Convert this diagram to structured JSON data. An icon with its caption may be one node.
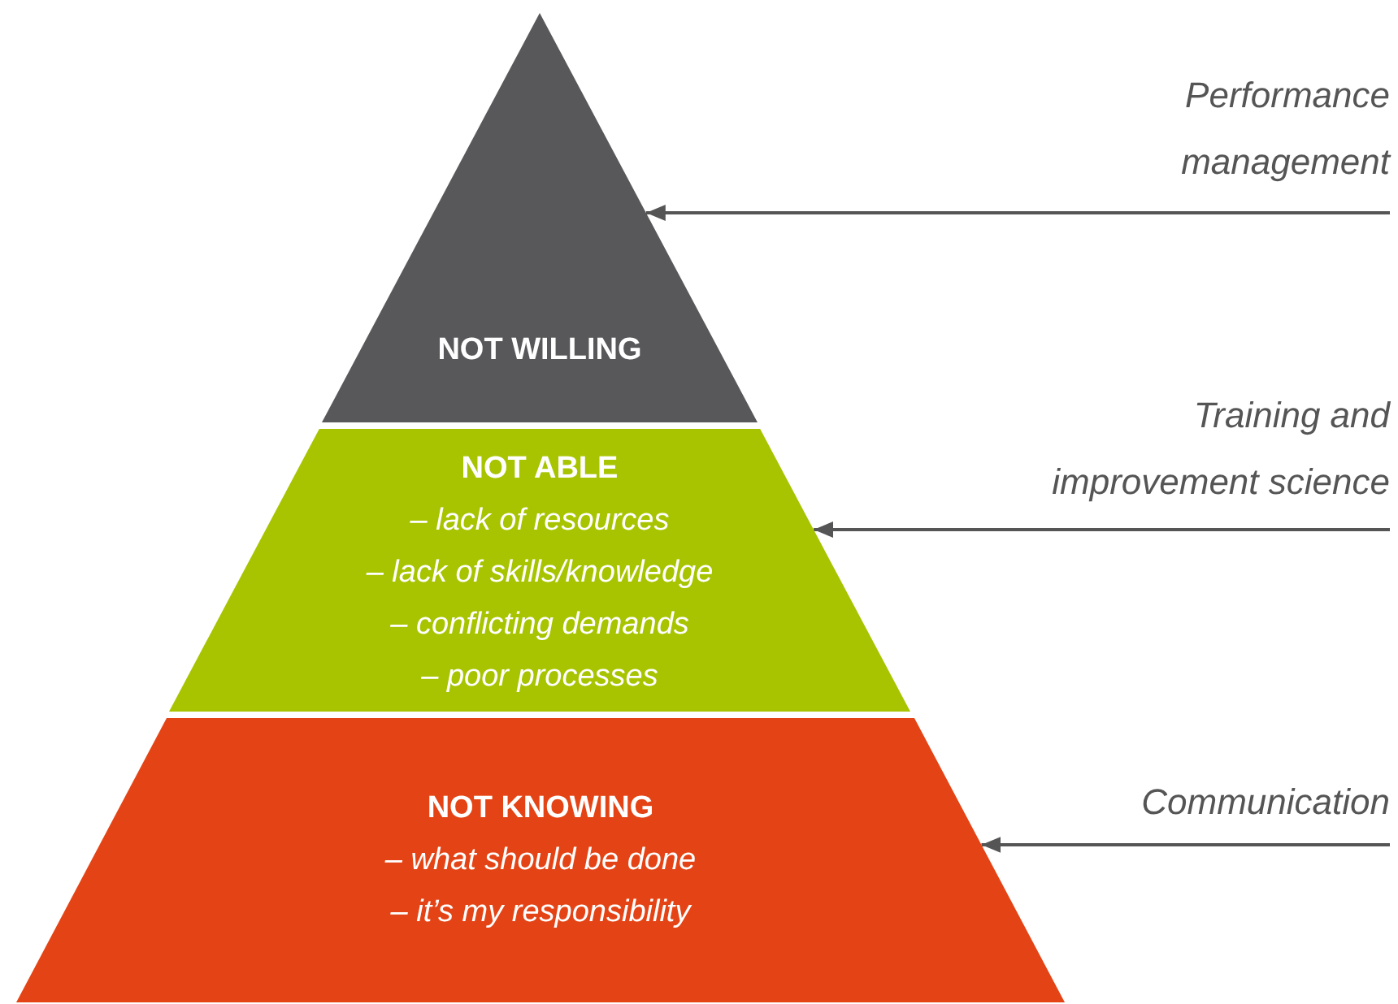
{
  "diagram": {
    "nodes": [
      {
        "text": [
          "NOT WILLING"
        ]
      },
      {
        "text": [
          "NOT ABLE",
          "– lack of resources",
          "– lack of skills/knowledge",
          "– conflicting demands",
          "– poor processes"
        ]
      },
      {
        "text": [
          "NOT KNOWING",
          "– what should be done",
          "– it’s my responsibility"
        ]
      },
      {
        "text": [
          "Performance management"
        ]
      },
      {
        "text": [
          "Training and improvement science"
        ]
      },
      {
        "text": [
          "Communication"
        ]
      }
    ],
    "edges": [
      {
        "from": 3,
        "to": 0,
        "arrow": "to"
      },
      {
        "from": 4,
        "to": 1,
        "arrow": "to"
      },
      {
        "from": 5,
        "to": 2,
        "arrow": "to"
      }
    ]
  }
}
